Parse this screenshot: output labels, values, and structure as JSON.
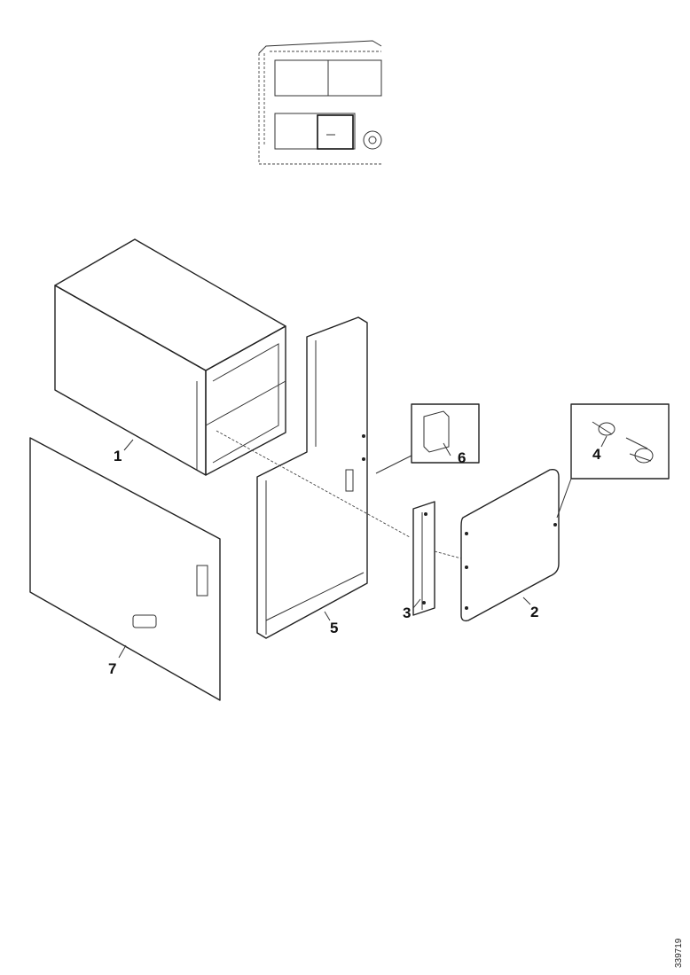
{
  "callouts": {
    "part_1": "1",
    "part_2": "2",
    "part_3": "3",
    "part_4": "4",
    "part_5": "5",
    "part_6": "6",
    "part_7": "7"
  },
  "document_id": "339719"
}
